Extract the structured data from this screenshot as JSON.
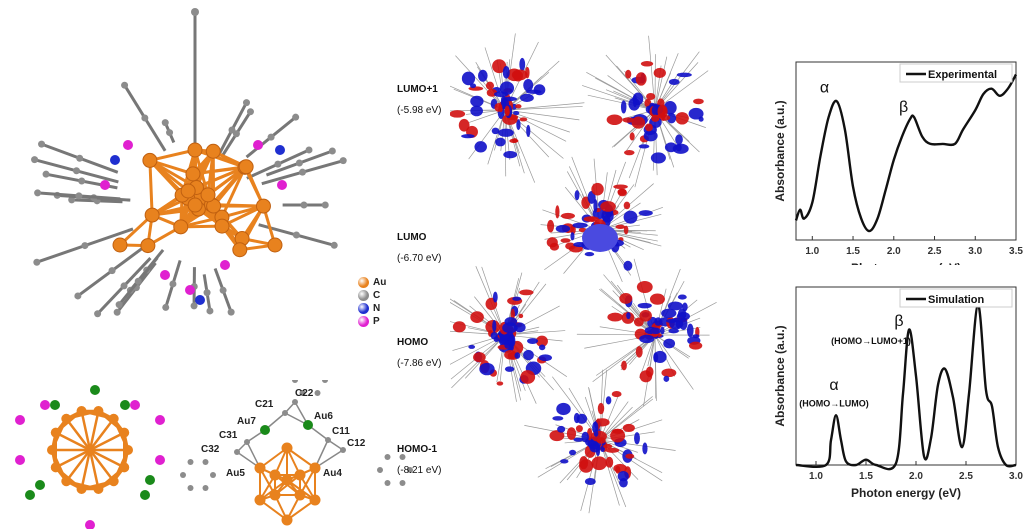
{
  "legend_atoms": [
    {
      "symbol": "Au",
      "color": "#e8821e"
    },
    {
      "symbol": "C",
      "color": "#8c8c8c"
    },
    {
      "symbol": "N",
      "color": "#1f2fd0"
    },
    {
      "symbol": "P",
      "color": "#e020d0"
    }
  ],
  "core_labels": [
    "C21",
    "C22",
    "Au7",
    "Au6",
    "C31",
    "C11",
    "C32",
    "C12",
    "Au5",
    "Au4"
  ],
  "orbitals": [
    {
      "name": "LUMO+1",
      "energy": "(-5.98 eV)"
    },
    {
      "name": "LUMO",
      "energy": "(-6.70 eV)"
    },
    {
      "name": "HOMO",
      "energy": "(-7.86 eV)"
    },
    {
      "name": "HOMO-1",
      "energy": "(-8.21 eV)"
    }
  ],
  "colors": {
    "au": "#e8821e",
    "carbon": "#8c8c8c",
    "nitrogen": "#1f2fd0",
    "phosphorus": "#e020d0",
    "green": "#1a8a1a",
    "mo_red": "#d01010",
    "mo_blue": "#1010c8"
  },
  "chart_data": [
    {
      "type": "line",
      "title": "",
      "legend": "Experimental",
      "legend_position": "top-right",
      "xlabel": "Photon energy (eV)",
      "ylabel": "Absorbance (a.u.)",
      "xlim": [
        0.8,
        3.5
      ],
      "ylim": [
        0,
        1
      ],
      "xticks": [
        "1.0",
        "1.5",
        "2.0",
        "2.5",
        "3.0",
        "3.5"
      ],
      "annotations": [
        {
          "text": "α",
          "x": 1.15,
          "y": 0.83
        },
        {
          "text": "β",
          "x": 2.12,
          "y": 0.72
        }
      ],
      "x": [
        0.8,
        0.85,
        0.9,
        1.0,
        1.1,
        1.2,
        1.3,
        1.4,
        1.5,
        1.6,
        1.7,
        1.8,
        1.9,
        2.0,
        2.1,
        2.2,
        2.25,
        2.35,
        2.45,
        2.6,
        2.75,
        2.85,
        3.0,
        3.1,
        3.2,
        3.3,
        3.4,
        3.5
      ],
      "y": [
        0.11,
        0.17,
        0.12,
        0.21,
        0.47,
        0.69,
        0.78,
        0.62,
        0.3,
        0.12,
        0.05,
        0.12,
        0.28,
        0.45,
        0.58,
        0.68,
        0.69,
        0.58,
        0.54,
        0.54,
        0.54,
        0.62,
        0.73,
        0.82,
        0.85,
        0.81,
        0.85,
        0.93
      ]
    },
    {
      "type": "line",
      "title": "",
      "legend": "Simulation",
      "legend_position": "top-right",
      "xlabel": "Photon energy (eV)",
      "ylabel": "Absorbance (a.u.)",
      "xlim": [
        0.8,
        3.0
      ],
      "ylim": [
        0,
        1
      ],
      "xticks": [
        "1.0",
        "1.5",
        "2.0",
        "2.5",
        "3.0"
      ],
      "annotations": [
        {
          "text": "α",
          "x": 1.18,
          "y": 0.42
        },
        {
          "text": "(HOMO→LUMO)",
          "x": 1.18,
          "y": 0.33,
          "small": true
        },
        {
          "text": "β",
          "x": 1.83,
          "y": 0.78
        },
        {
          "text": "(HOMO→LUMO+1)",
          "x": 1.55,
          "y": 0.68,
          "small": true
        }
      ],
      "x": [
        0.8,
        1.1,
        1.15,
        1.2,
        1.25,
        1.3,
        1.4,
        1.5,
        1.6,
        1.8,
        1.87,
        1.93,
        2.0,
        2.08,
        2.15,
        2.22,
        2.29,
        2.37,
        2.46,
        2.53,
        2.62,
        2.7,
        2.76,
        2.82,
        2.9,
        3.0
      ],
      "y": [
        0,
        0,
        0.14,
        0.28,
        0.14,
        0.02,
        0,
        0.03,
        0,
        0.01,
        0.4,
        0.76,
        0.5,
        0.05,
        0.15,
        0.45,
        0.54,
        0.38,
        0.1,
        0.4,
        0.9,
        0.42,
        0.33,
        0.1,
        0,
        0
      ]
    }
  ]
}
